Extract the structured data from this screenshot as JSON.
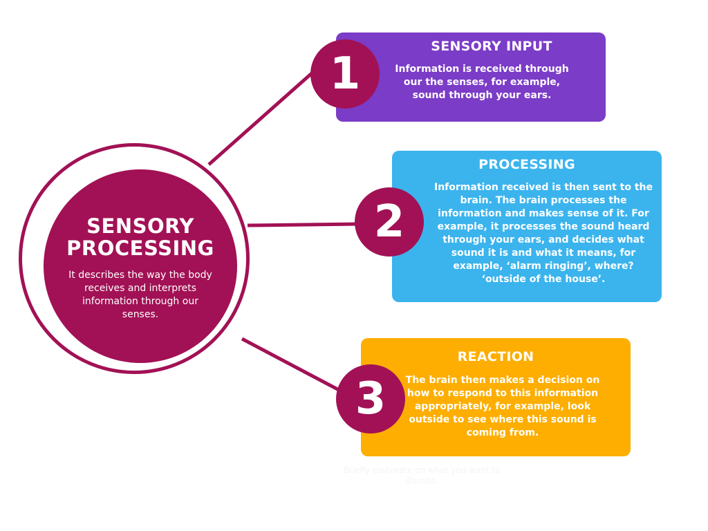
{
  "colors": {
    "primary_magenta": "#a21155",
    "card_purple": "#7b3cc7",
    "card_blue": "#3bb4ee",
    "card_orange": "#fdae00",
    "text_white": "#ffffff"
  },
  "center": {
    "title_line1": "SENSORY",
    "title_line2": "PROCESSING",
    "description": "It describes the way the body receives and interprets information through our senses."
  },
  "steps": [
    {
      "number": "1",
      "title": "SENSORY INPUT",
      "body": "Information is received through our the senses, for example, sound through your ears."
    },
    {
      "number": "2",
      "title": "PROCESSING",
      "body": "Information received is then sent to the brain. The brain processes the information and makes sense of it. For example, it processes the sound heard through your ears, and decides what sound it is and what it means, for example, ‘alarm ringing’, where? ‘outside of the house’."
    },
    {
      "number": "3",
      "title": "REACTION",
      "body": "The brain then makes a decision on how to respond to this information appropriately, for example, look outside to see where this sound is coming from."
    }
  ],
  "placeholder_text": "Briefly elaborate on what you want to discuss."
}
